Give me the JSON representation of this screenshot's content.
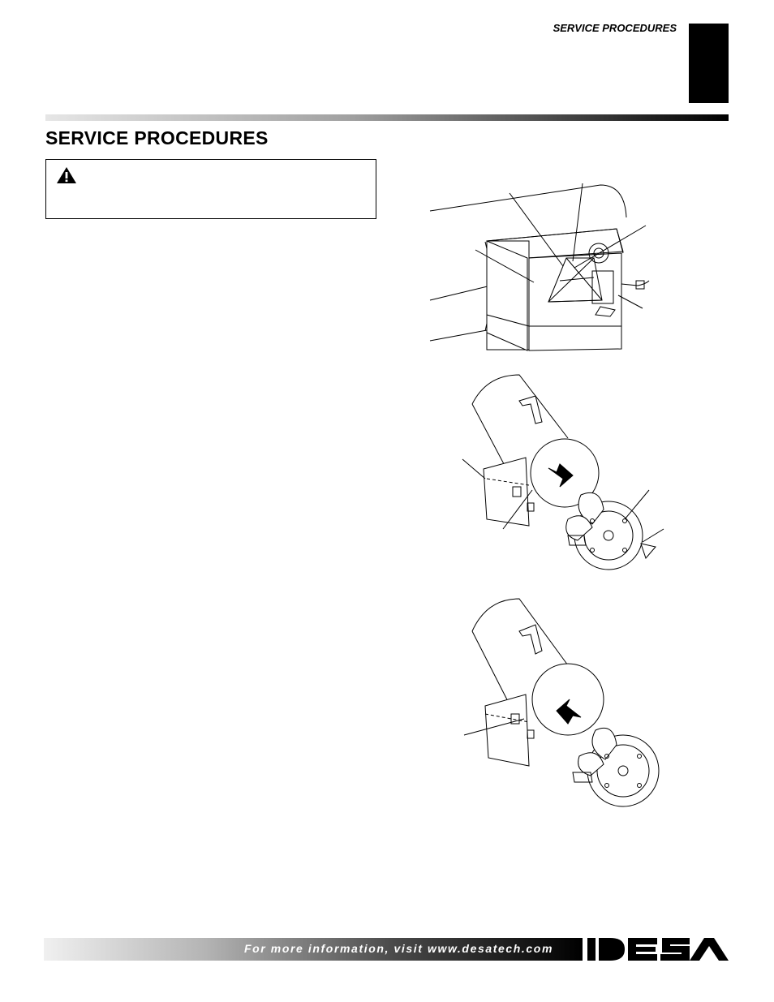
{
  "header": {
    "section_label": "SERVICE PROCEDURES"
  },
  "page": {
    "title": "SERVICE PROCEDURES"
  },
  "warning": {
    "icon": "warning-triangle-icon"
  },
  "figures": [
    {
      "name": "heater-cabinet-illustration"
    },
    {
      "name": "fan-removal-illustration"
    },
    {
      "name": "fan-installation-illustration"
    }
  ],
  "footer": {
    "info_text": "For more information, visit www.desatech.com"
  },
  "brand": {
    "logo_text": "DESA",
    "color": "#000000"
  }
}
